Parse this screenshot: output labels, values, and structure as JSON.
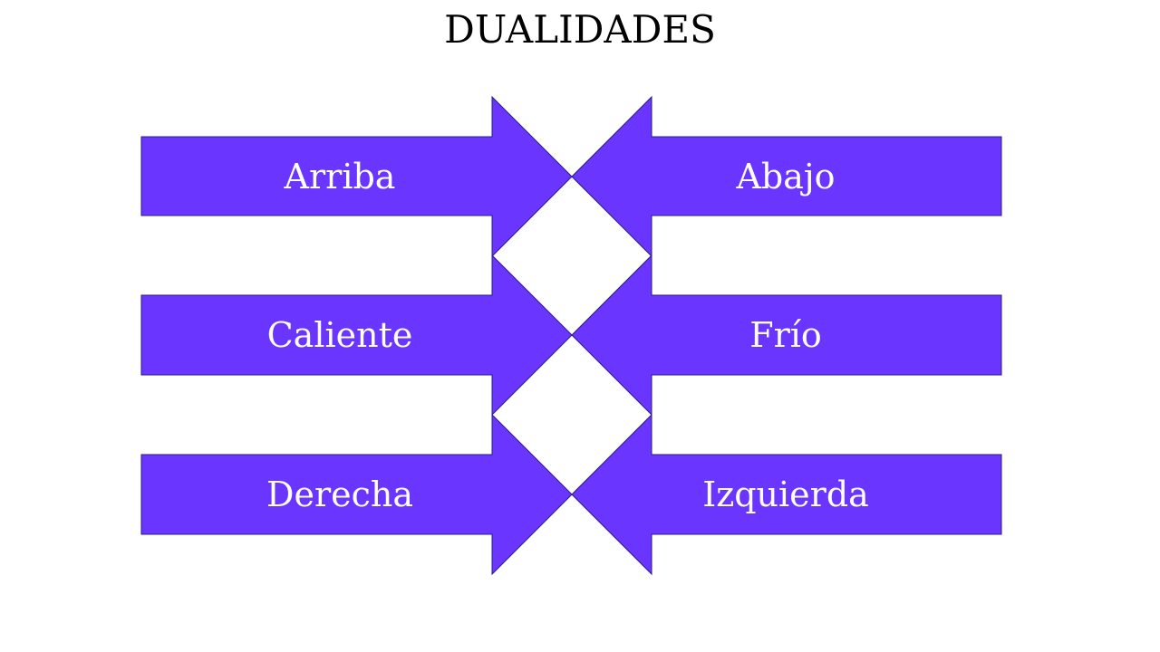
{
  "title": "DUALIDADES",
  "colors": {
    "arrow_fill": "#6a35ff",
    "arrow_stroke": "#2b1a8a",
    "label_text": "#ffffff",
    "background": "#ffffff"
  },
  "pairs": [
    {
      "left": "Arriba",
      "right": "Abajo"
    },
    {
      "left": "Caliente",
      "right": "Frío"
    },
    {
      "left": "Derecha",
      "right": "Izquierda"
    }
  ]
}
